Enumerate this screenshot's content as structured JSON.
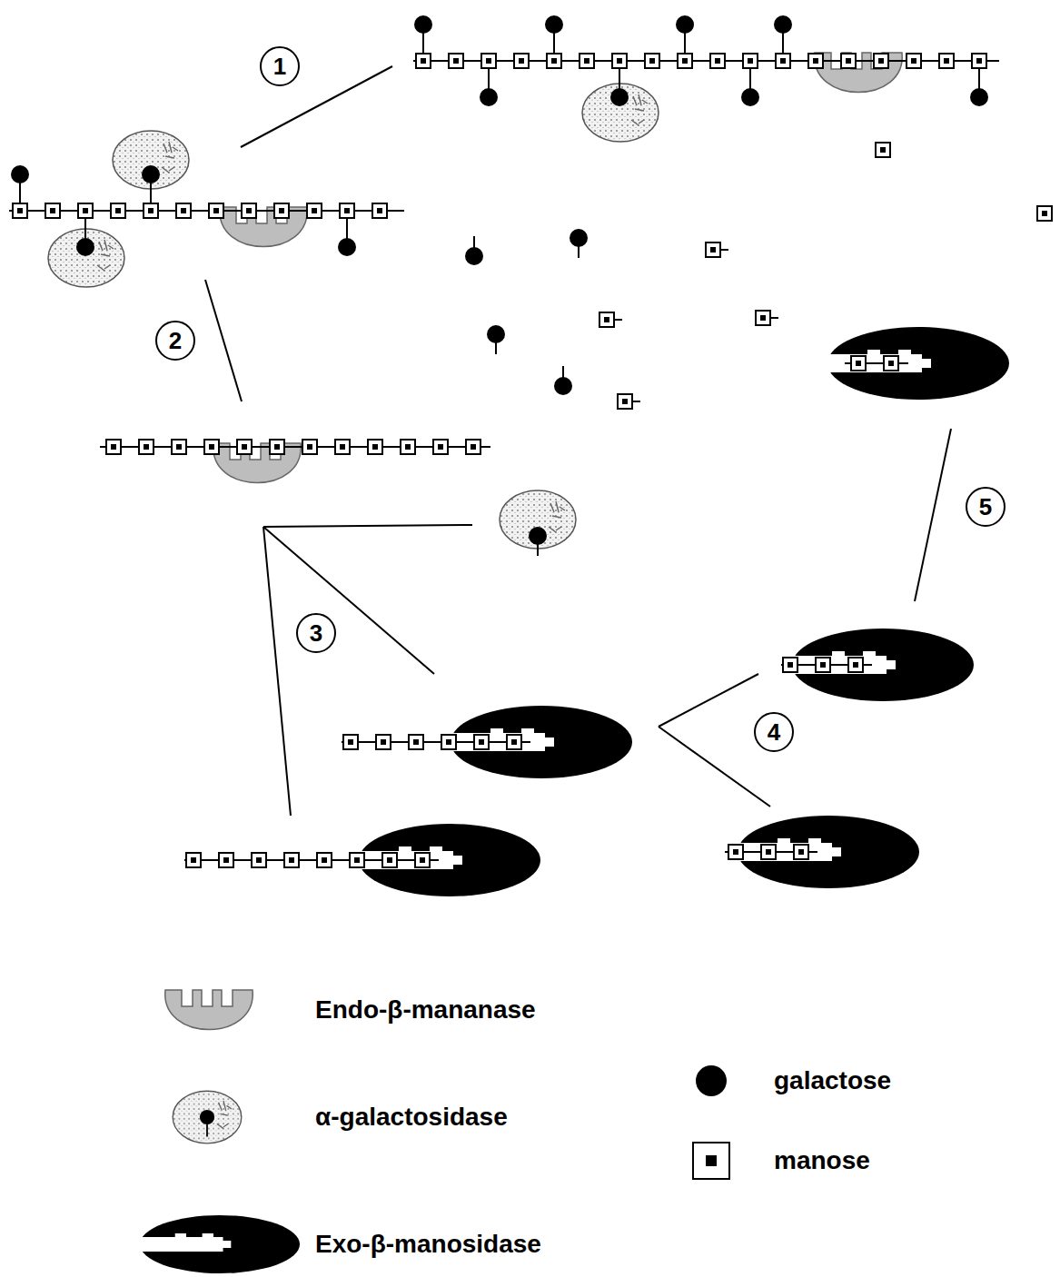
{
  "diagram": {
    "nodes": [
      {
        "text": [
          "1"
        ]
      },
      {
        "text": [
          "2"
        ]
      },
      {
        "text": [
          "3"
        ]
      },
      {
        "text": [
          "4"
        ]
      },
      {
        "text": [
          "5"
        ]
      }
    ],
    "legend": [
      {
        "text": "Endo-β-mananase"
      },
      {
        "text": "galactose"
      },
      {
        "text": "α-galactosidase"
      },
      {
        "text": "manose"
      },
      {
        "text": "Exo-β-manosidase"
      }
    ]
  }
}
